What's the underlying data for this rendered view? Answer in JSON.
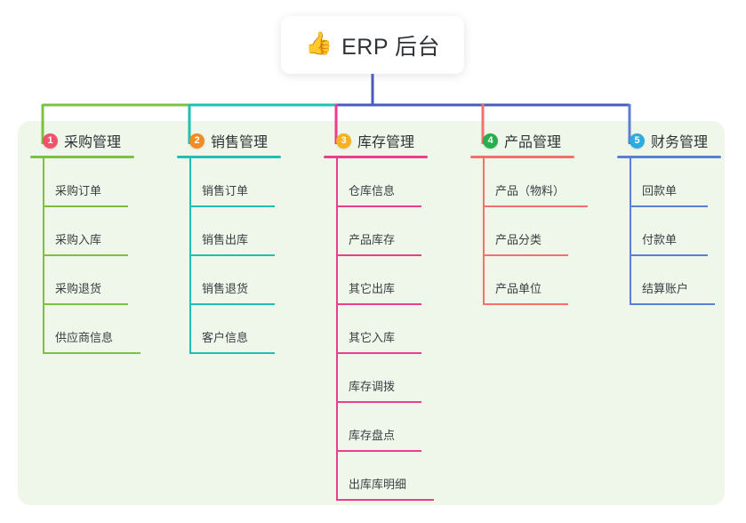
{
  "diagram": {
    "type": "mindmap-tree",
    "root": {
      "icon": "thumbs-up-icon",
      "icon_glyph": "👍",
      "label": "ERP 后台"
    },
    "panel_bg": "#eef7e9",
    "trunk_color": "#4a5bbd",
    "branches": [
      {
        "index": "1",
        "label": "采购管理",
        "color": "#7cc142",
        "badge_color": "#f0526b",
        "items": [
          {
            "label": "采购订单",
            "rule_width": 96
          },
          {
            "label": "采购入库",
            "rule_width": 96
          },
          {
            "label": "采购退货",
            "rule_width": 96
          },
          {
            "label": "供应商信息",
            "rule_width": 110
          }
        ]
      },
      {
        "index": "2",
        "label": "销售管理",
        "color": "#1fc0b4",
        "badge_color": "#f28b25",
        "items": [
          {
            "label": "销售订单",
            "rule_width": 96
          },
          {
            "label": "销售出库",
            "rule_width": 96
          },
          {
            "label": "销售退货",
            "rule_width": 96
          },
          {
            "label": "客户信息",
            "rule_width": 96
          }
        ]
      },
      {
        "index": "3",
        "label": "库存管理",
        "color": "#ea3e8f",
        "badge_color": "#f5b321",
        "items": [
          {
            "label": "仓库信息",
            "rule_width": 96
          },
          {
            "label": "产品库存",
            "rule_width": 96
          },
          {
            "label": "其它出库",
            "rule_width": 96
          },
          {
            "label": "其它入库",
            "rule_width": 96
          },
          {
            "label": "库存调拨",
            "rule_width": 96
          },
          {
            "label": "库存盘点",
            "rule_width": 96
          },
          {
            "label": "出库库明细",
            "rule_width": 110
          }
        ]
      },
      {
        "index": "4",
        "label": "产品管理",
        "color": "#f4706a",
        "badge_color": "#27ae4d",
        "items": [
          {
            "label": "产品（物料）",
            "rule_width": 118
          },
          {
            "label": "产品分类",
            "rule_width": 96
          },
          {
            "label": "产品单位",
            "rule_width": 96
          }
        ]
      },
      {
        "index": "5",
        "label": "财务管理",
        "color": "#5b7fd4",
        "badge_color": "#2eaae0",
        "items": [
          {
            "label": "回款单",
            "rule_width": 88
          },
          {
            "label": "付款单",
            "rule_width": 88
          },
          {
            "label": "结算账户",
            "rule_width": 96
          }
        ]
      }
    ]
  }
}
